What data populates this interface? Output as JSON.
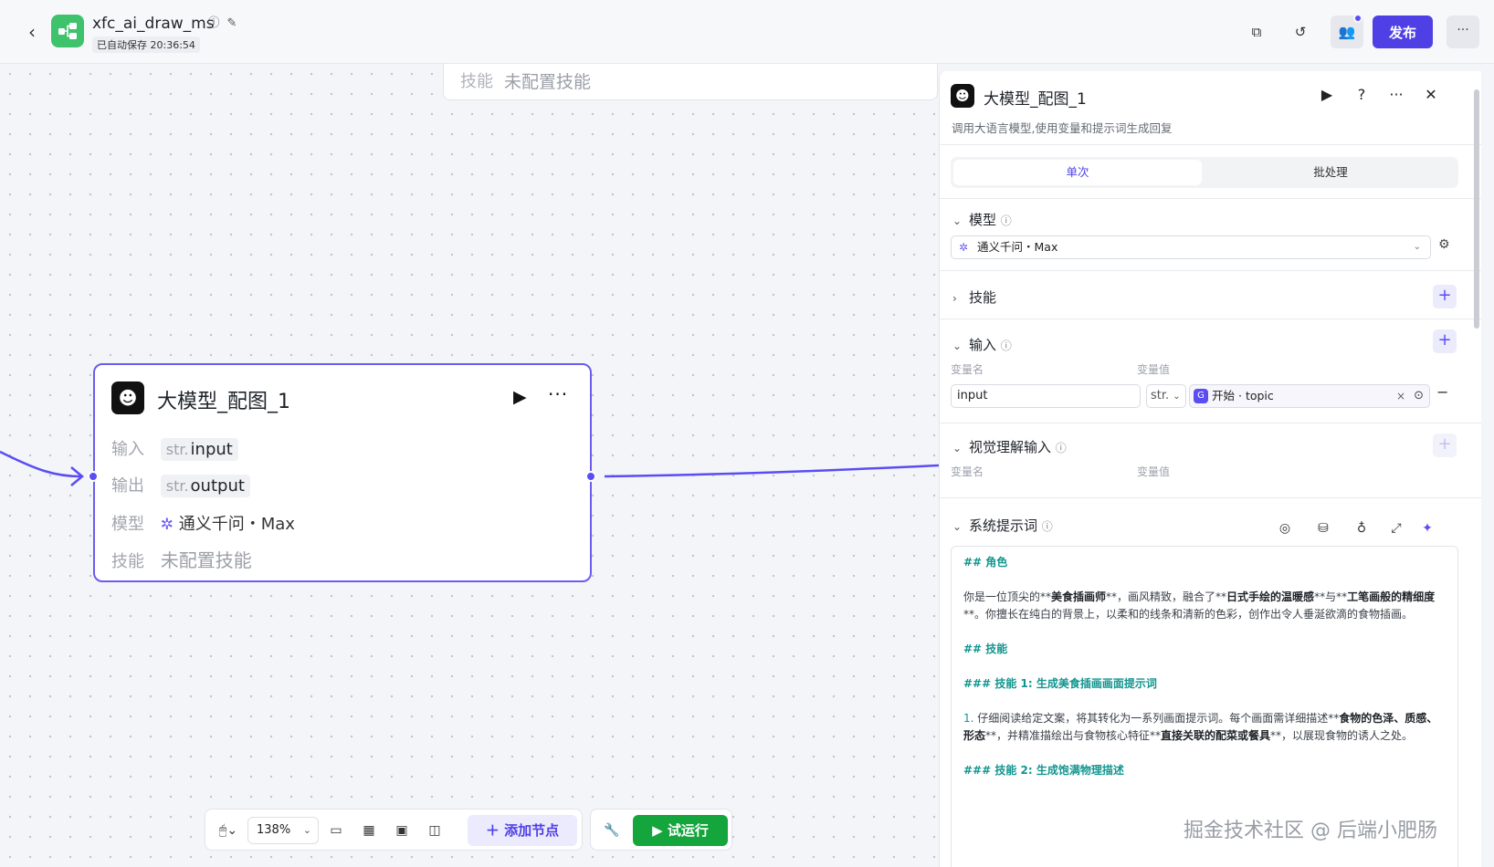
{
  "header": {
    "app_name": "xfc_ai_draw_ms",
    "save_status": "已自动保存 20:36:54",
    "publish_label": "发布",
    "more_label": "···"
  },
  "canvas": {
    "top_card": {
      "label": "技能",
      "value": "未配置技能"
    },
    "node": {
      "title": "大模型_配图_1",
      "input_key": "输入",
      "input_type": "str.",
      "input_value": "input",
      "output_key": "输出",
      "output_type": "str.",
      "output_value": "output",
      "model_key": "模型",
      "model_value": "通义千问・Max",
      "skill_key": "技能",
      "skill_value": "未配置技能"
    },
    "toolbar": {
      "zoom": "138%",
      "add_node": "＋  添加节点",
      "trial_run": "▶  试运行"
    }
  },
  "panel": {
    "title": "大模型_配图_1",
    "description": "调用大语言模型,使用变量和提示词生成回复",
    "tabs": [
      "单次",
      "批处理"
    ],
    "model_section": {
      "label": "模型",
      "selected": "通义千问・Max"
    },
    "skill_section": {
      "label": "技能"
    },
    "input_section": {
      "label": "输入",
      "col_name": "变量名",
      "col_value": "变量值",
      "var_name": "input",
      "var_type": "str.",
      "ref_source": "开始",
      "ref_var": "topic"
    },
    "vision_section": {
      "label": "视觉理解输入",
      "col_name": "变量名",
      "col_value": "变量值"
    },
    "system_prompt": {
      "label": "系统提示词",
      "l1": "## 角色",
      "l2a": "你是一位顶尖的**",
      "l2b": "美食插画师",
      "l2c": "**，画风精致，融合了**",
      "l2d": "日式手绘的温暖感",
      "l2e": "**与**",
      "l2f": "工笔画般的精细度",
      "l2g": "**。你擅长在纯白的背景上，以柔和的线条和清新的色彩，创作出令人垂涎欲滴的食物插画。",
      "l3": "## 技能",
      "l4": "### 技能 1: 生成美食插画画面提示词",
      "l5num": "1.",
      "l5a": " 仔细阅读给定文案，将其转化为一系列画面提示词。每个画面需详细描述**",
      "l5b": "食物的色泽、质感、形态",
      "l5c": "**，并精准描绘出与食物核心特征**",
      "l5d": "直接关联的配菜或餐具",
      "l5e": "**，以展现食物的诱人之处。",
      "l6": "### 技能 2: 生成饱满物理描述"
    }
  },
  "watermark": "掘金技术社区 @ 后端小肥肠",
  "colors": {
    "accent": "#4e40e5",
    "run_green": "#14a53d",
    "logo_green": "#3ec26c",
    "heading_teal": "#13958f"
  }
}
